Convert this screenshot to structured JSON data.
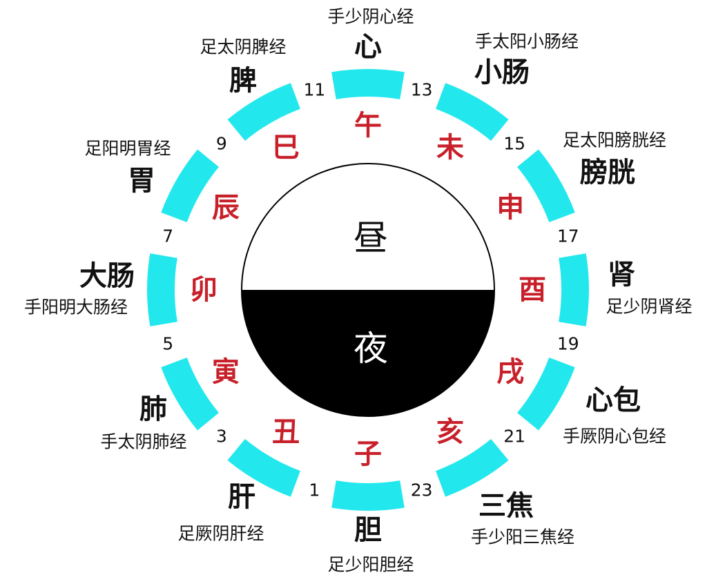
{
  "colors": {
    "arc": "#22e8ee",
    "branch": "#c8202a",
    "day": "#ffffff",
    "night": "#000000"
  },
  "center": {
    "day": "昼",
    "night": "夜"
  },
  "segments": [
    {
      "branch": "午",
      "organ": "心",
      "meridian": "手少阴心经"
    },
    {
      "branch": "未",
      "organ": "小肠",
      "meridian": "手太阳小肠经"
    },
    {
      "branch": "申",
      "organ": "膀胱",
      "meridian": "足太阳膀胱经"
    },
    {
      "branch": "酉",
      "organ": "肾",
      "meridian": "足少阴肾经"
    },
    {
      "branch": "戌",
      "organ": "心包",
      "meridian": "手厥阴心包经"
    },
    {
      "branch": "亥",
      "organ": "三焦",
      "meridian": "手少阳三焦经"
    },
    {
      "branch": "子",
      "organ": "胆",
      "meridian": "足少阳胆经"
    },
    {
      "branch": "丑",
      "organ": "肝",
      "meridian": "足厥阴肝经"
    },
    {
      "branch": "寅",
      "organ": "肺",
      "meridian": "手太阴肺经"
    },
    {
      "branch": "卯",
      "organ": "大肠",
      "meridian": "手阳明大肠经"
    },
    {
      "branch": "辰",
      "organ": "胃",
      "meridian": "足阳明胃经"
    },
    {
      "branch": "巳",
      "organ": "脾",
      "meridian": "足太阴脾经"
    }
  ],
  "hours": [
    "13",
    "15",
    "17",
    "19",
    "21",
    "23",
    "1",
    "3",
    "5",
    "7",
    "9",
    "11"
  ]
}
